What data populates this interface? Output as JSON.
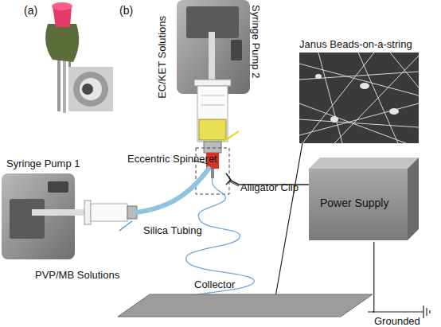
{
  "diagram": {
    "nodes": [
      {
        "text": [
          "Syringe Pump 2"
        ]
      },
      {
        "text": [
          "Janus Beads-on-a-string"
        ]
      },
      {
        "text": [
          "Syringe Pump 1"
        ]
      },
      {
        "text": [
          "Power Supply"
        ]
      },
      {
        "text": [
          "Collector"
        ]
      }
    ],
    "edges": [
      {
        "from": 1,
        "to": 4,
        "arrow": "none"
      },
      {
        "from": 3,
        "to": 4,
        "arrow": "none"
      }
    ],
    "labels": [
      "(a)",
      "(b)",
      "EC/KET Solutions",
      "Eccentric Spinneret",
      "Alligator Clip",
      "Silica Tubing",
      "PVP/MB Solutions",
      "Grounded"
    ]
  }
}
